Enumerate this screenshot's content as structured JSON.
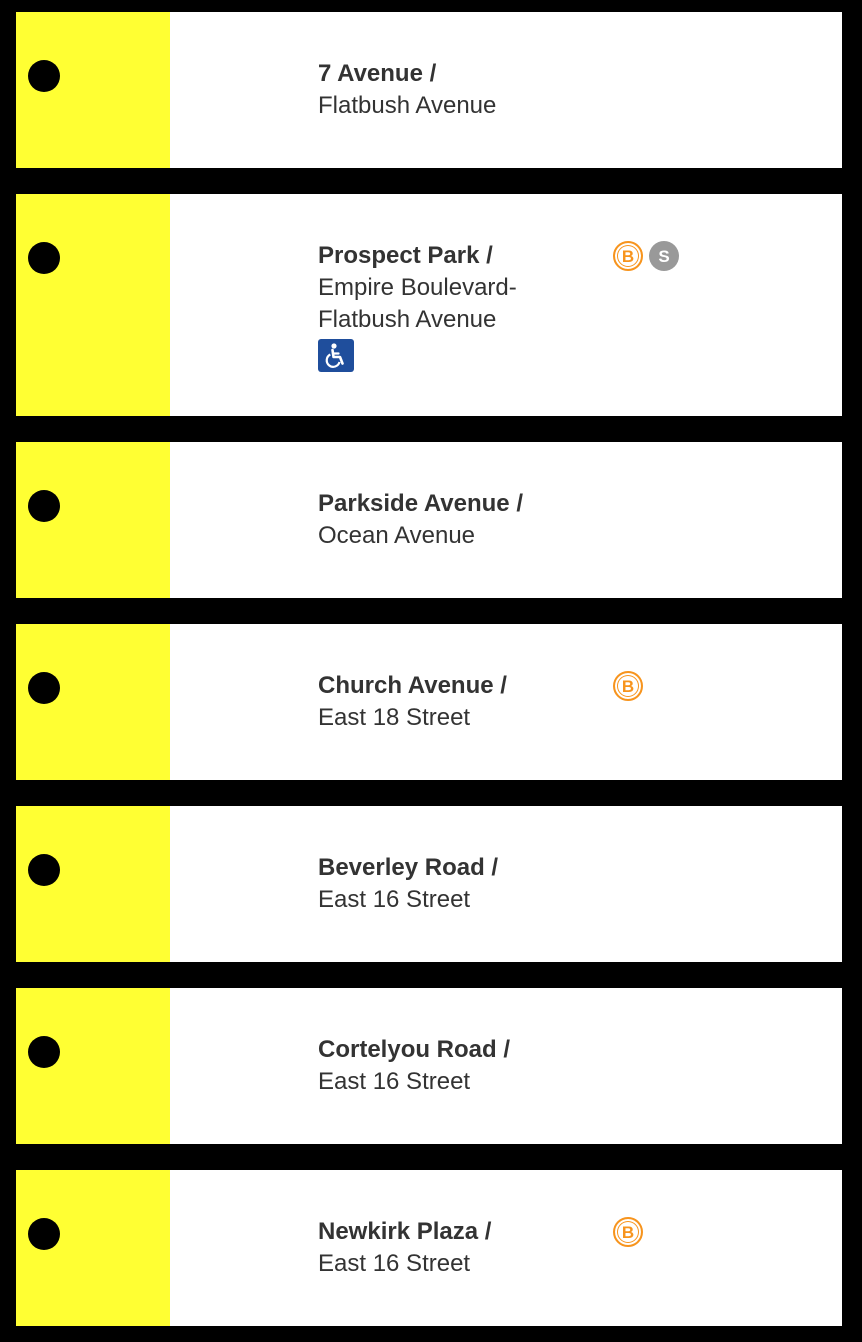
{
  "line_color": "#ffff33",
  "stations": [
    {
      "primary": "7 Avenue /",
      "secondary": "Flatbush Avenue",
      "accessible": false,
      "transfers": []
    },
    {
      "primary": "Prospect Park /",
      "secondary": "Empire Boulevard-",
      "secondary2": "Flatbush Avenue",
      "accessible": true,
      "accessible_icon": "wheelchair-icon",
      "transfers": [
        {
          "label": "B",
          "type": "bus",
          "color": "#f7941d"
        },
        {
          "label": "S",
          "type": "shuttle",
          "color": "#999999"
        }
      ]
    },
    {
      "primary": "Parkside Avenue /",
      "secondary": "Ocean Avenue",
      "accessible": false,
      "transfers": []
    },
    {
      "primary": "Church Avenue /",
      "secondary": "East 18 Street",
      "accessible": false,
      "transfers": [
        {
          "label": "B",
          "type": "bus",
          "color": "#f7941d"
        }
      ]
    },
    {
      "primary": "Beverley Road /",
      "secondary": "East 16 Street",
      "accessible": false,
      "transfers": []
    },
    {
      "primary": "Cortelyou Road /",
      "secondary": "East 16 Street",
      "accessible": false,
      "transfers": []
    },
    {
      "primary": "Newkirk Plaza /",
      "secondary": "East 16 Street",
      "accessible": false,
      "transfers": [
        {
          "label": "B",
          "type": "bus",
          "color": "#f7941d"
        }
      ]
    }
  ]
}
